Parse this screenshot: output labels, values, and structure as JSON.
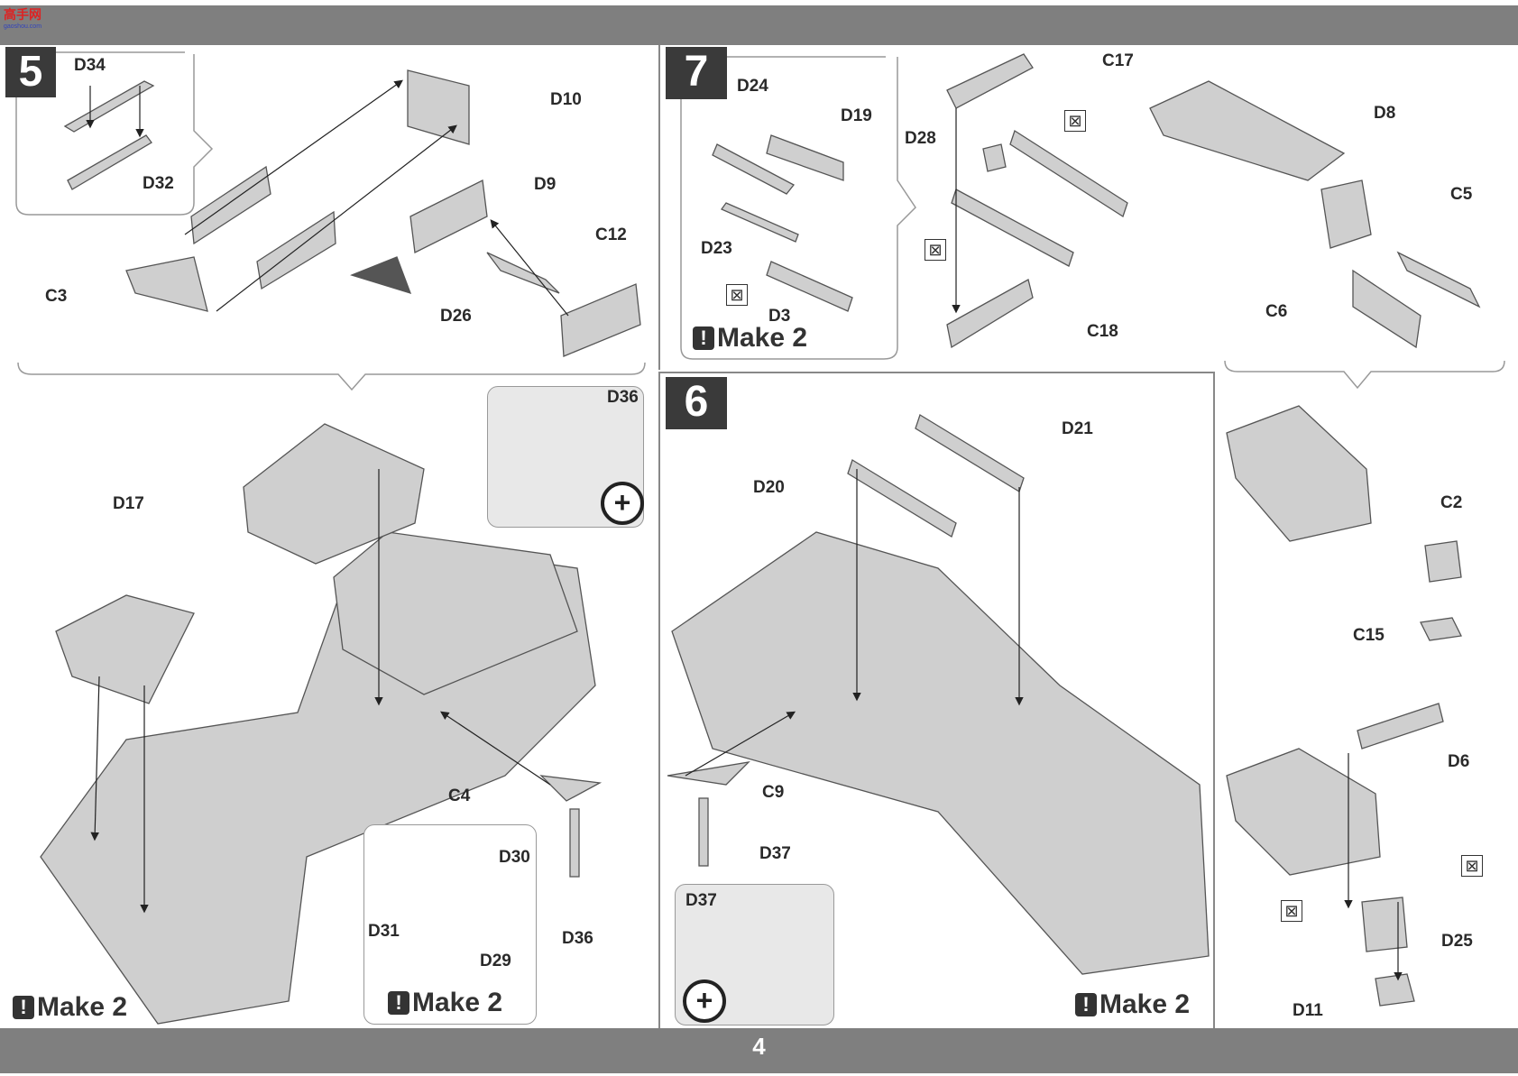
{
  "page": {
    "number": "4"
  },
  "logo": {
    "title": "高手网",
    "url": "gaoshou.com"
  },
  "steps": {
    "s5": {
      "number": "5",
      "make": "Make 2"
    },
    "s5_inset": {
      "make": "Make 2"
    },
    "s7": {
      "number": "7",
      "make": "Make 2"
    },
    "s6": {
      "number": "6",
      "make": "Make 2"
    }
  },
  "parts": {
    "D34": "D34",
    "D32": "D32",
    "D10": "D10",
    "D9": "D9",
    "C12": "C12",
    "C3": "C3",
    "D26": "D26",
    "D36a": "D36",
    "D17": "D17",
    "C4": "C4",
    "D30": "D30",
    "D31": "D31",
    "D29": "D29",
    "D36b": "D36",
    "D24": "D24",
    "D19": "D19",
    "D23": "D23",
    "D3": "D3",
    "C17": "C17",
    "D28": "D28",
    "C18": "C18",
    "D8": "D8",
    "C5": "C5",
    "C6": "C6",
    "D21": "D21",
    "D20": "D20",
    "C9": "C9",
    "D37a": "D37",
    "D37b": "D37",
    "C2": "C2",
    "C15": "C15",
    "D6": "D6",
    "D25": "D25",
    "D11": "D11"
  },
  "icons": {
    "zoom": "magnify-plus-icon",
    "noglue": "no-glue-icon",
    "attention": "exclamation-icon"
  },
  "colors": {
    "bar": "#7f7f7f",
    "part": "#cfcfcf",
    "ink": "#333333"
  }
}
